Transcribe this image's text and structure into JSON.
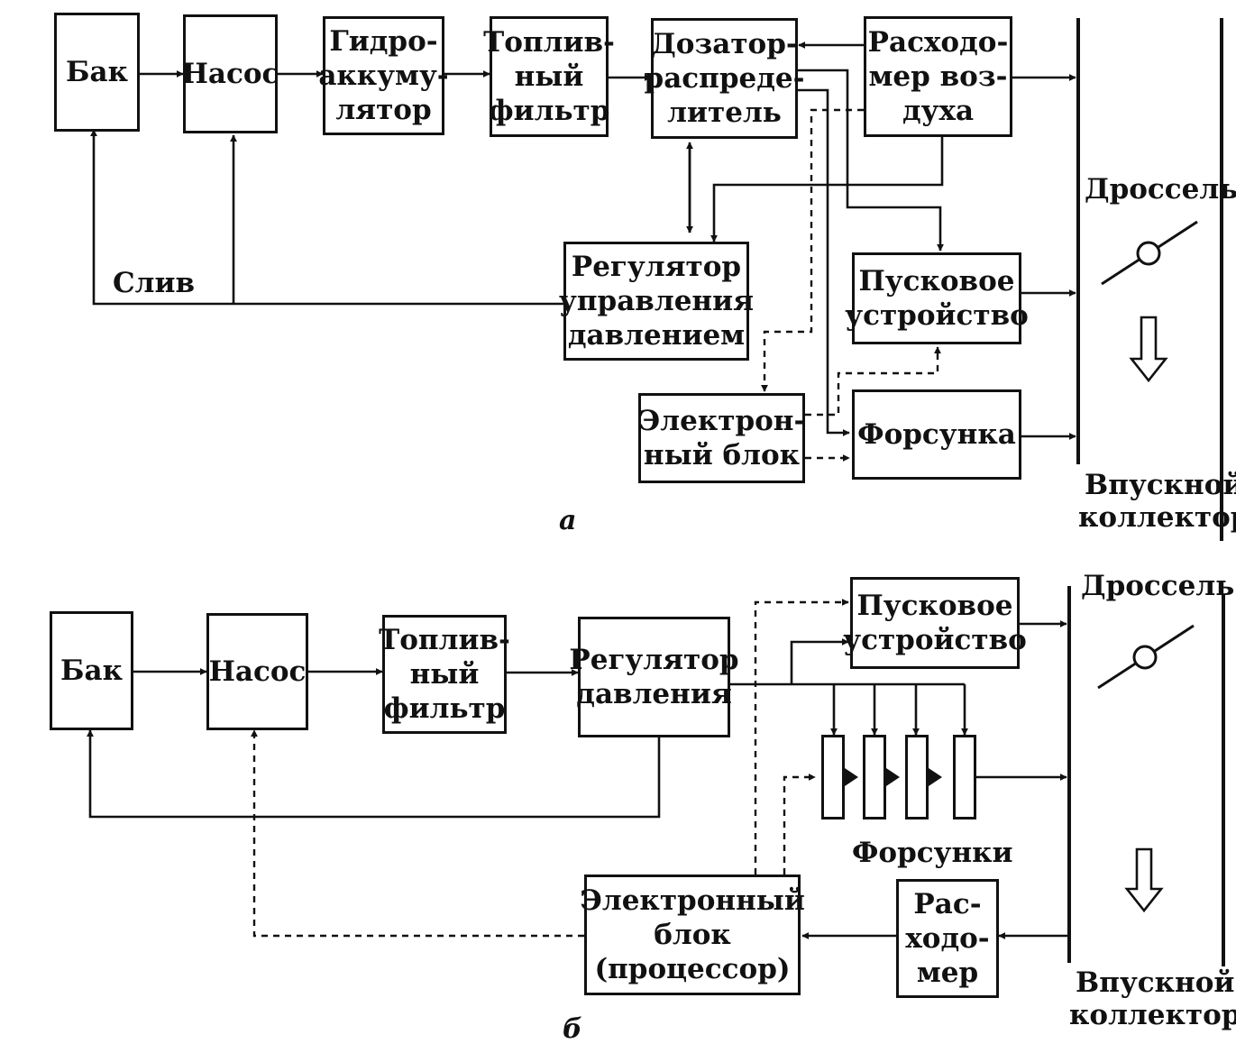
{
  "diagram_a": {
    "tank": "Бак",
    "pump": "Насос",
    "accumulator": [
      "Гидро-",
      "аккуму-",
      "лятор"
    ],
    "fuel_filter": [
      "Топлив-",
      "ный",
      "фильтр"
    ],
    "distributor": [
      "Дозатор-",
      "распреде-",
      "литель"
    ],
    "air_flow_meter": [
      "Расходо-",
      "мер воз-",
      "духа"
    ],
    "pressure_regulator": [
      "Регулятор",
      "управления",
      "давлением"
    ],
    "start_device": [
      "Пусковое",
      "устройство"
    ],
    "injector": "Форсунка",
    "ecu": [
      "Электрон-",
      "ный блок"
    ],
    "drain_label": "Слив",
    "throttle_label": "Дроссель",
    "intake_label": [
      "Впускной",
      "коллектор"
    ],
    "caption": "а"
  },
  "diagram_b": {
    "tank": "Бак",
    "pump": "Насос",
    "fuel_filter": [
      "Топлив-",
      "ный",
      "фильтр"
    ],
    "pressure_regulator": [
      "Регулятор",
      "давления"
    ],
    "start_device": [
      "Пусковое",
      "устройство"
    ],
    "injectors_label": "Форсунки",
    "ecu": [
      "Электронный",
      "блок",
      "(процессор)"
    ],
    "flow_meter": [
      "Рас-",
      "ходо-",
      "мер"
    ],
    "throttle_label": "Дроссель",
    "intake_label": [
      "Впускной",
      "коллектор"
    ],
    "caption": "б"
  }
}
